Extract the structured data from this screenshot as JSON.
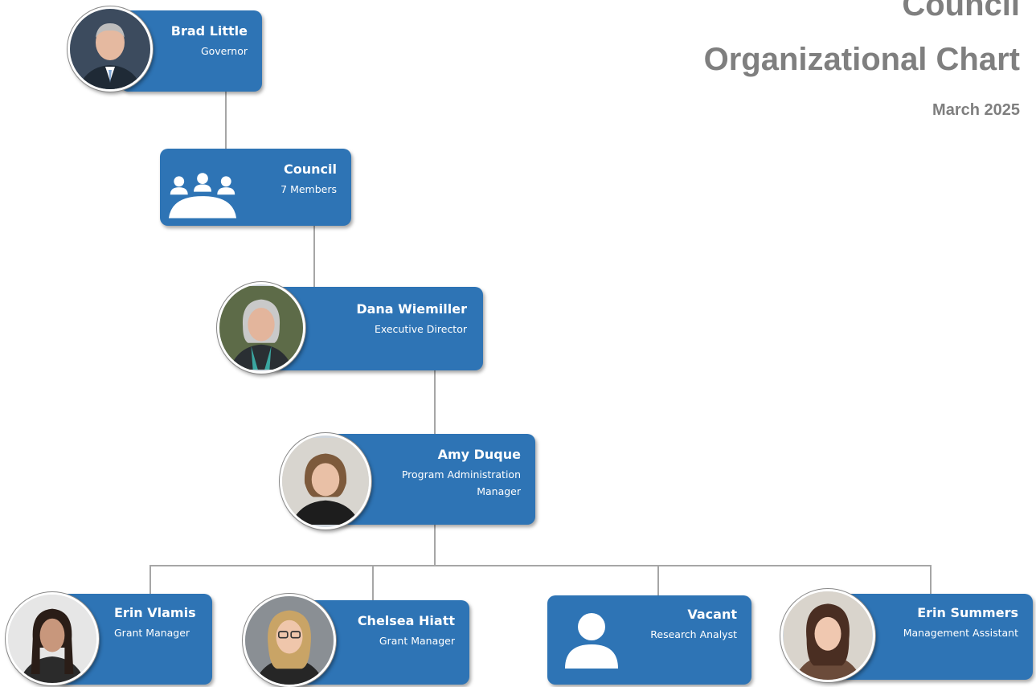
{
  "header": {
    "title_line1": "Council",
    "title_line2": "Organizational Chart",
    "date": "March 2025"
  },
  "nodes": {
    "governor": {
      "name": "Brad Little",
      "role": "Governor",
      "icon": "portrait-photo"
    },
    "council": {
      "name": "Council",
      "role": "7 Members",
      "icon": "group-meeting-icon"
    },
    "executive_director": {
      "name": "Dana Wiemiller",
      "role": "Executive Director",
      "icon": "portrait-photo"
    },
    "program_manager": {
      "name": "Amy Duque",
      "role_line1": "Program Administration",
      "role_line2": "Manager",
      "icon": "portrait-photo"
    },
    "grant_manager_1": {
      "name": "Erin Vlamis",
      "role": "Grant Manager",
      "icon": "portrait-photo"
    },
    "grant_manager_2": {
      "name": "Chelsea Hiatt",
      "role": "Grant Manager",
      "icon": "portrait-photo"
    },
    "research_analyst": {
      "name": "Vacant",
      "role": "Research Analyst",
      "icon": "person-placeholder-icon"
    },
    "management_assistant": {
      "name": "Erin Summers",
      "role": "Management Assistant",
      "icon": "portrait-photo"
    }
  },
  "colors": {
    "box": "#2e74b5",
    "connector": "#a6a6a6",
    "title": "#7f7f7f"
  }
}
